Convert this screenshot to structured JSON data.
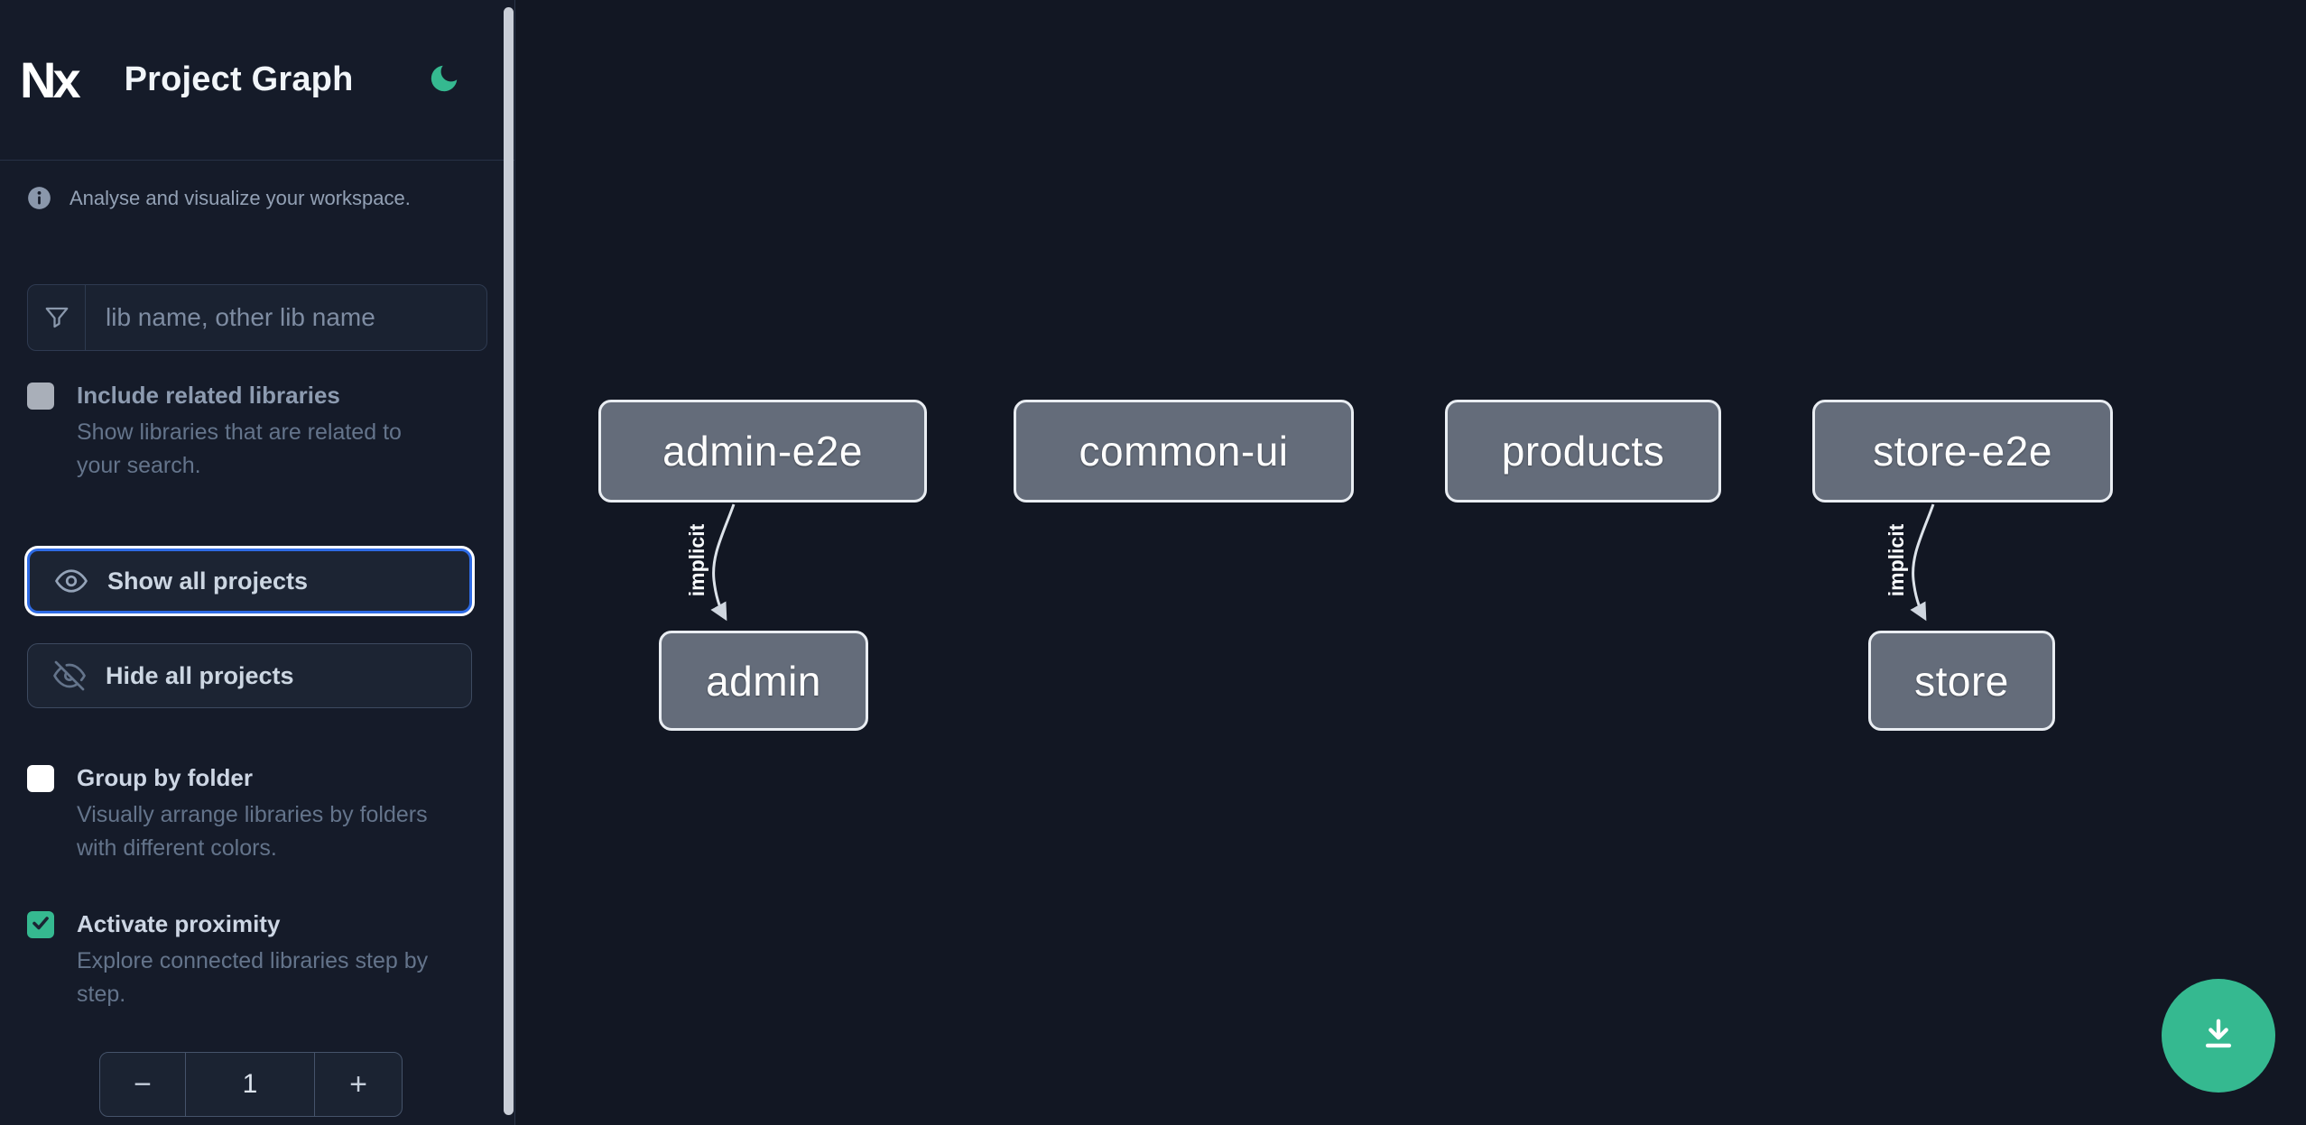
{
  "app": {
    "logo_text": "Nx",
    "title": "Project Graph"
  },
  "theme": {
    "accent_green": "#35b990",
    "focus_blue": "#2e6be5",
    "sidebar_bg": "#151b29",
    "canvas_bg": "#121723",
    "node_fill": "#646c7a"
  },
  "sidebar": {
    "tagline": "Analyse and visualize your workspace.",
    "filter": {
      "placeholder": "lib name, other lib name"
    },
    "toggles": [
      {
        "label": "Include related libraries",
        "description": "Show libraries that are related to your search.",
        "checked": false,
        "disabled": true
      },
      {
        "label": "Group by folder",
        "description": "Visually arrange libraries by folders with different colors.",
        "checked": false,
        "disabled": false
      },
      {
        "label": "Activate proximity",
        "description": "Explore connected libraries step by step.",
        "checked": true,
        "disabled": false
      }
    ],
    "actions": [
      {
        "label": "Show all projects",
        "focused": true
      },
      {
        "label": "Hide all projects",
        "focused": false
      }
    ],
    "proximity_stepper": {
      "decrement": "−",
      "value": "1",
      "increment": "+"
    }
  },
  "graph": {
    "nodes": [
      {
        "id": "admin-e2e",
        "label": "admin-e2e"
      },
      {
        "id": "common-ui",
        "label": "common-ui"
      },
      {
        "id": "products",
        "label": "products"
      },
      {
        "id": "store-e2e",
        "label": "store-e2e"
      },
      {
        "id": "admin",
        "label": "admin"
      },
      {
        "id": "store",
        "label": "store"
      }
    ],
    "edges": [
      {
        "from": "admin-e2e",
        "to": "admin",
        "label": "implicit"
      },
      {
        "from": "store-e2e",
        "to": "store",
        "label": "implicit"
      }
    ]
  }
}
